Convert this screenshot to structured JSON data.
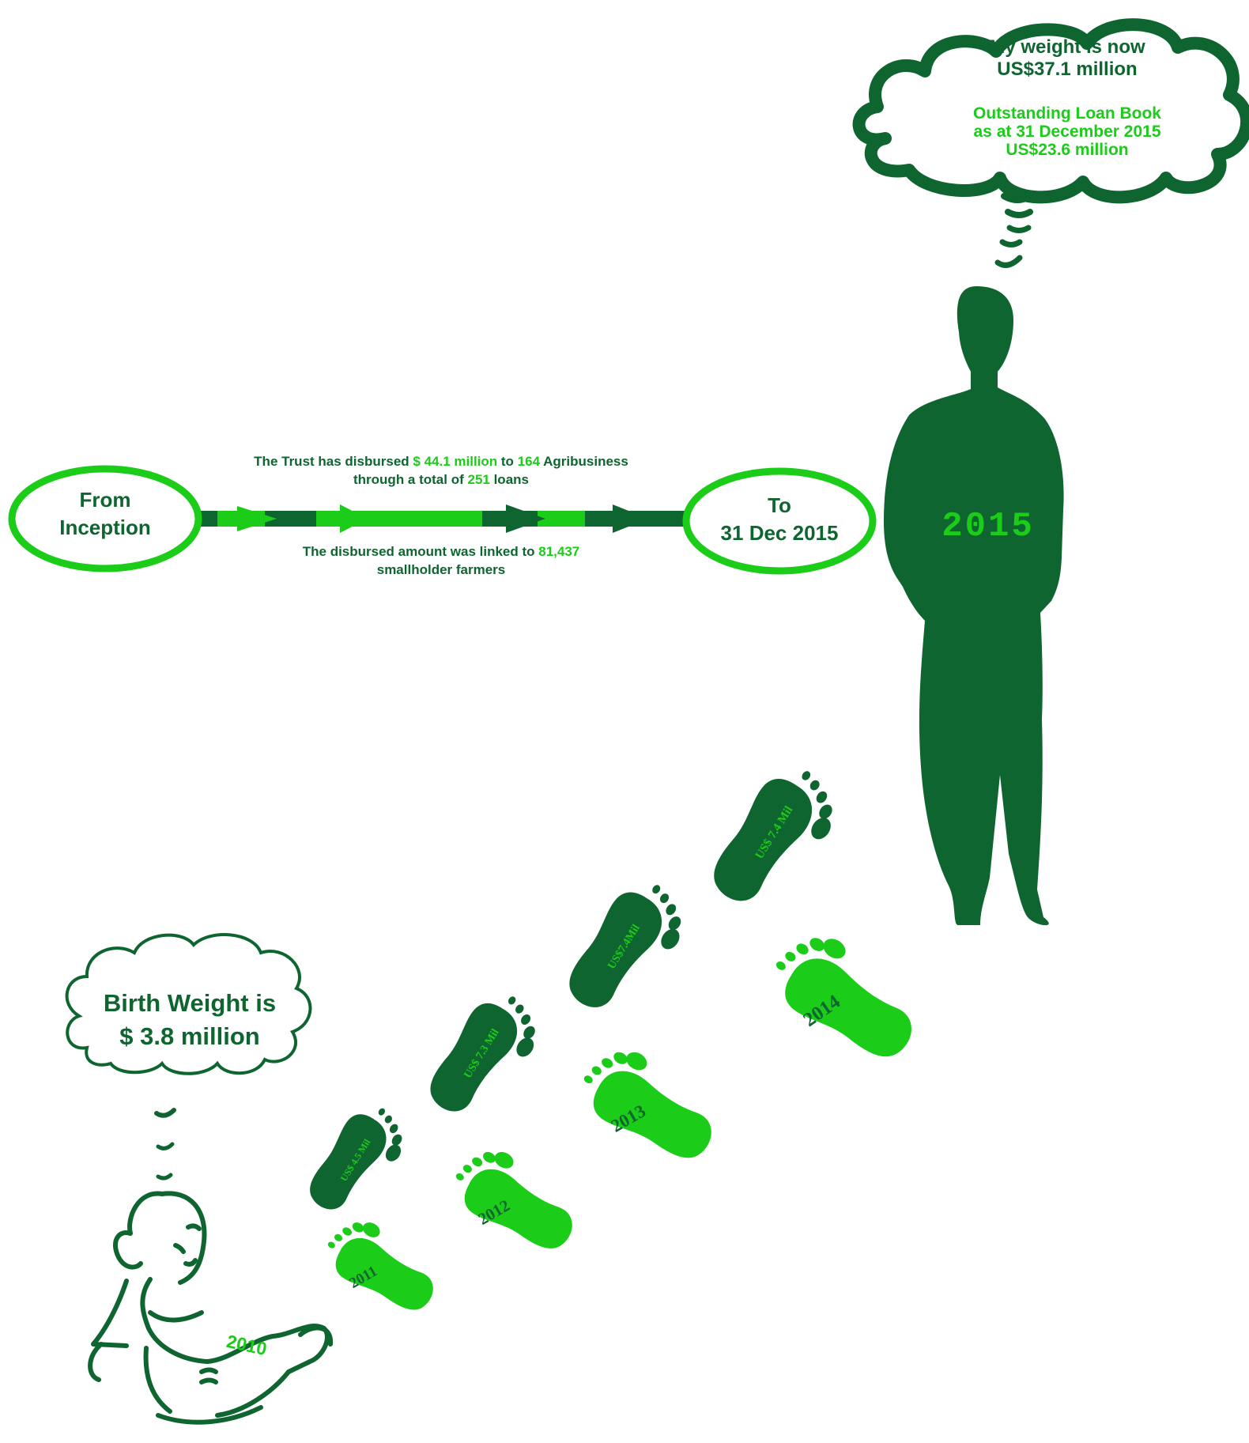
{
  "colors": {
    "dark": "#0f6530",
    "light": "#1bcc18",
    "background": "#ffffff"
  },
  "icons": {
    "adult": "man-silhouette-icon",
    "baby": "baby-outline-icon",
    "cloud": "thought-cloud-icon",
    "footprint": "footprint-icon",
    "arrow": "right-arrow-icon"
  },
  "top_cloud": {
    "line1": "My weight is now",
    "line2": "US$37.1 million",
    "sub1": "Outstanding Loan Book",
    "sub2": "as at 31 December 2015",
    "sub3": "US$23.6 million"
  },
  "start_node": {
    "line1": "From",
    "line2": "Inception"
  },
  "end_node": {
    "line1": "To",
    "line2": "31 Dec 2015"
  },
  "timeline_top": {
    "p1": "The Trust has disbursed ",
    "v1": "$ 44.1 million",
    "p2": " to ",
    "v2": "164",
    "p3": " Agribusiness",
    "p4": "through a total of ",
    "v3": "251",
    "p5": " loans"
  },
  "timeline_bottom": {
    "p1": "The disbursed amount was linked to ",
    "v1": "81,437",
    "p2": "smallholder farmers"
  },
  "adult_year": "2015",
  "baby_year": "2010",
  "birth_cloud": {
    "line1": "Birth Weight is",
    "line2": "$ 3.8 million"
  },
  "footprints": {
    "f2011": "2011",
    "f2012": "2012",
    "f2013": "2013",
    "f2014": "2014",
    "v1": "US$ 4.5 Mil",
    "v2": "US$ 7.3 Mil",
    "v3": "US$7.4Mil",
    "v4": "US$ 7.4 Mil"
  }
}
